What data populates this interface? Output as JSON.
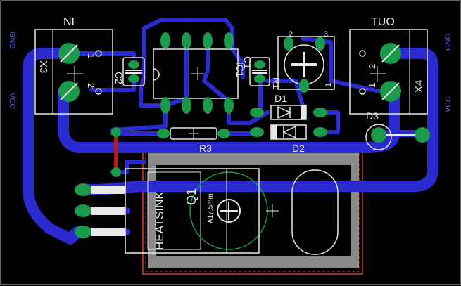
{
  "board": {
    "colors": {
      "background": "#000000",
      "frame": "#c8c8c8",
      "copper_bottom": "#2a2ad0",
      "copper_top": "#b01e1e",
      "pad": "#1a9a4a",
      "silk": "#e8e8e8",
      "heatsink_outline": "#d04020",
      "heatsink_fill": "#8a8a8a",
      "label_blue": "#5a5ae8"
    }
  },
  "labels": {
    "in_header": "NI",
    "out_header": "TUO",
    "x3": "X3",
    "x4": "X4",
    "gnd_left": "GND",
    "vcc_left": "VCC",
    "gnd_right": "GND",
    "vcc_right": "VCC",
    "x3_pin1": "1",
    "x3_pin2": "2",
    "x4_pin1": "1",
    "x4_pin2": "2",
    "c2": "C2",
    "c1": "C1",
    "ic1": "IC1",
    "r1": "R1",
    "trim_1": "1",
    "trim_2": "2",
    "trim_3": "3",
    "d1": "D1",
    "d2": "D2",
    "d3": "D3",
    "r3": "R3",
    "q1": "Q1",
    "heatsink": "HEATSINK",
    "hole_size": "A17,5mm"
  }
}
